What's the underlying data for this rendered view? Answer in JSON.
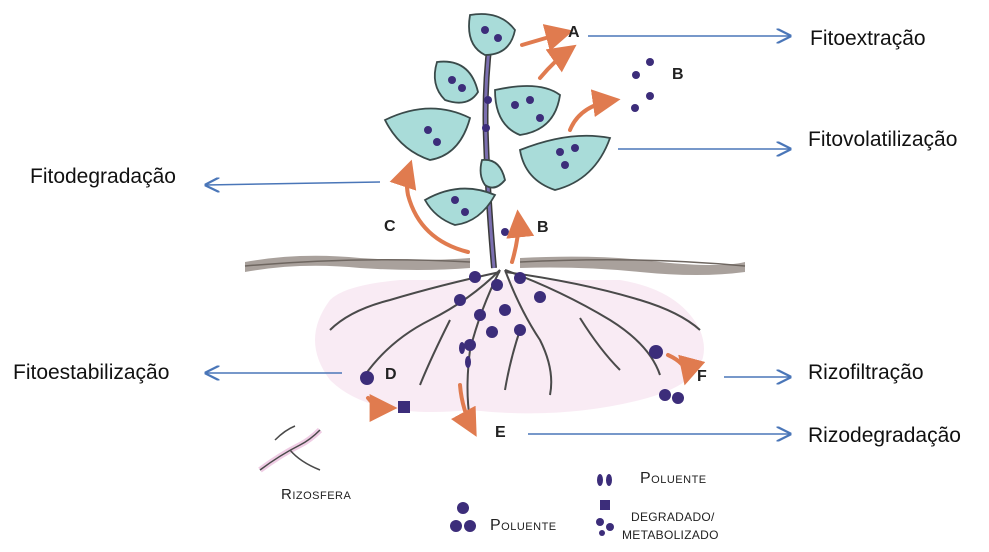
{
  "labels": {
    "fitoextracao": "Fitoextração",
    "fitovolatilizacao": "Fitovolatilização",
    "fitodegradacao": "Fitodegradação",
    "fitoestabilizacao": "Fitoestabilização",
    "rizofiltracao": "Rizofiltração",
    "rizodegradacao": "Rizodegradação"
  },
  "letters": {
    "a": "A",
    "b_top": "B",
    "b_stem": "B",
    "c": "C",
    "d": "D",
    "e": "E",
    "f": "F"
  },
  "legend": {
    "rizosfera": "Rizosfera",
    "poluente": "Poluente",
    "poluente_degradado_line1": "Poluente",
    "poluente_degradado_line2": "degradado/",
    "poluente_degradado_line3": "metabolizado"
  },
  "colors": {
    "leaf": "#a9dcd9",
    "leaf_outline": "#3a4a4a",
    "pollutant": "#3c2d7a",
    "flow_arrow": "#e07b4f",
    "pointer_arrow": "#4a76b8",
    "soil": "#8d8580",
    "root": "#4a4a4a",
    "rhizosphere": "#e8b6d8"
  }
}
